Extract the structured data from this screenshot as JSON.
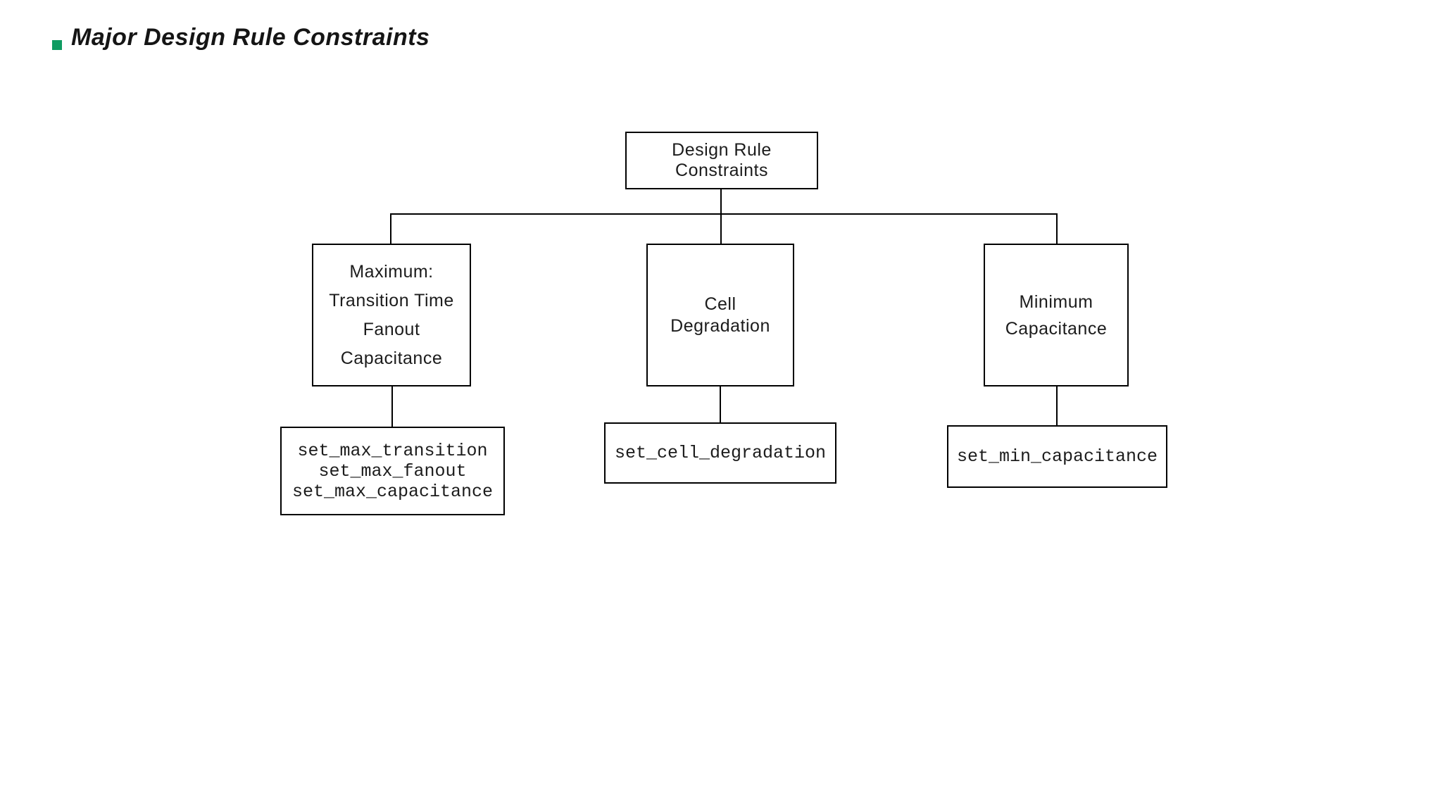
{
  "slide": {
    "title": "Major Design Rule Constraints",
    "title_bullet_icon": "square-bullet-icon"
  },
  "colors": {
    "accent_green": "#0f9b62",
    "line_color": "#000000",
    "background": "#ffffff"
  },
  "diagram": {
    "root": {
      "label": "Design Rule\nConstraints"
    },
    "children": [
      {
        "label": "Maximum:\nTransition Time\nFanout\nCapacitance",
        "commands": "set_max_transition\nset_max_fanout\nset_max_capacitance"
      },
      {
        "label": "Cell\nDegradation",
        "commands": "set_cell_degradation"
      },
      {
        "label": "Minimum\nCapacitance",
        "commands": "set_min_capacitance"
      }
    ]
  }
}
